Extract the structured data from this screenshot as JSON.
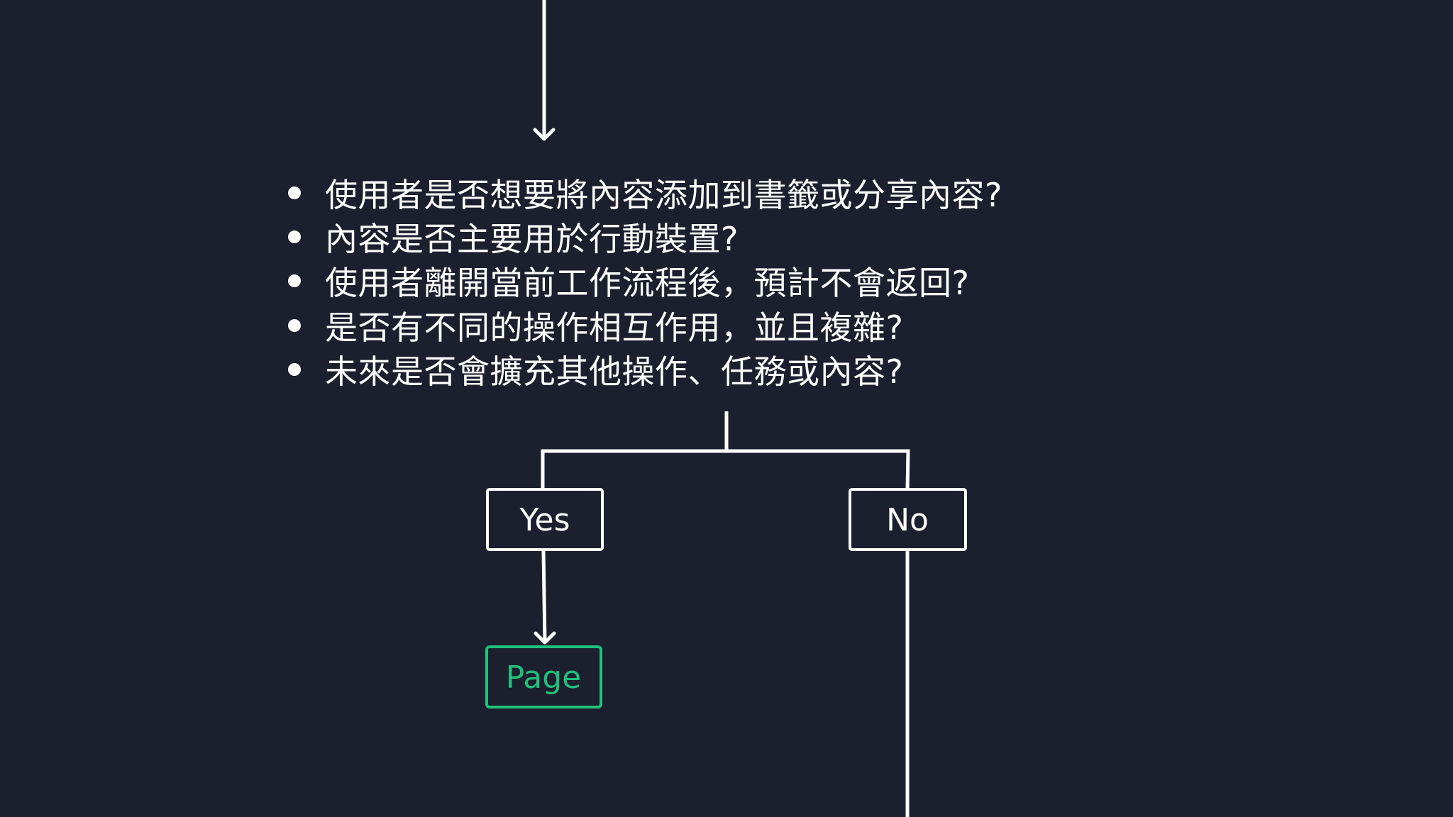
{
  "questions": [
    "使用者是否想要將內容添加到書籤或分享內容?",
    "內容是否主要用於行動裝置?",
    "使用者離開當前工作流程後，預計不會返回?",
    "是否有不同的操作相互作用，並且複雜?",
    "未來是否會擴充其他操作、任務或內容?"
  ],
  "branches": {
    "yes_label": "Yes",
    "no_label": "No"
  },
  "outcome": {
    "page_label": "Page"
  },
  "colors": {
    "background": "#1c1f2d",
    "line": "#ffffff",
    "page_accent": "#1fc17b"
  }
}
